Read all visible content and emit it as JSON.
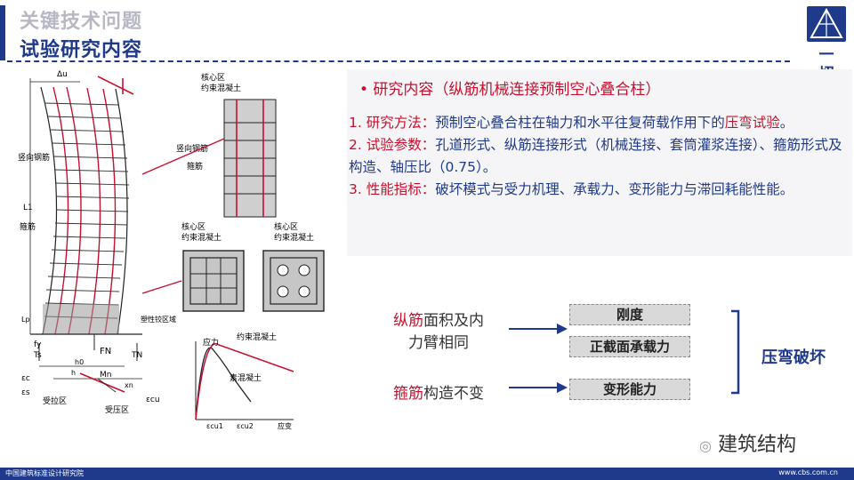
{
  "header": {
    "section_title": "关键技术问题",
    "slide_title": "试验研究内容"
  },
  "logo": {
    "icon": "cbs-logo-icon",
    "vertical_text": "一切高标准",
    "accent": "#1f3a8a"
  },
  "content": {
    "bullet": "• 研究内容（纵筋机械连接预制空心叠合柱）",
    "items": [
      {
        "label": "1. 研究方法：",
        "parts": [
          {
            "t": "预制空心叠合柱",
            "red": false
          },
          {
            "t": "在轴力和水平往复荷载作用下的",
            "red": false
          },
          {
            "t": "压弯",
            "red": true
          },
          {
            "t": "试验",
            "red": true
          },
          {
            "t": "。",
            "red": false
          }
        ]
      },
      {
        "label": "2. 试验参数：",
        "parts": [
          {
            "t": "孔道形式、纵筋连接形式（机械连接、套筒灌浆连接）、箍筋形式及构造、轴压比（0.75）。",
            "red": false
          }
        ]
      },
      {
        "label": "3. 性能指标：",
        "parts": [
          {
            "t": "破坏模式与受力机理、承载力、变形能力与滞回耗能性能。",
            "red": false
          }
        ]
      }
    ]
  },
  "diagram": {
    "left1_a": "纵筋",
    "left1_b": "面积及内",
    "left1_c": "力臂相同",
    "left2_a": "箍筋",
    "left2_b": "构造不变",
    "pills": [
      "刚度",
      "正截面承载力",
      "变形能力"
    ],
    "result": "压弯破坏"
  },
  "figure": {
    "delta": "Δu",
    "vert_rebar": "竖向钢筋",
    "stirrup": "箍筋",
    "length": "L1",
    "lp": "Lp",
    "plastic_zone": "塑性铰区域",
    "core_top": "核心区",
    "confined": "约束混凝土",
    "vert_rebar2": "竖向钢筋",
    "stirrup2": "箍筋",
    "core_a": "核心区",
    "confined_a": "约束混凝土",
    "core_b": "核心区",
    "confined_b": "约束混凝土",
    "fn": "FN",
    "fy": "fy",
    "ts": "Ts",
    "tn": "TN",
    "h0": "h0",
    "h": "h",
    "ec": "εc",
    "eps_s": "εs",
    "mn": "Mn",
    "xn": "xn",
    "ecu": "εcu",
    "tension": "受拉区",
    "compression": "受压区",
    "stress": "应力",
    "confined_curve": "约束混凝土",
    "plain_curve": "素混凝土",
    "ecu1": "εcu1",
    "ecu2": "εcu2",
    "strain": "应变"
  },
  "watermark": "建筑结构",
  "footer": {
    "org": "中国建筑标准设计研究院",
    "url": "www.cbs.com.cn"
  }
}
